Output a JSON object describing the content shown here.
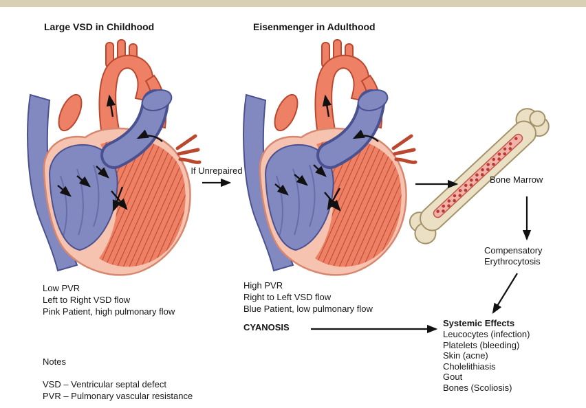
{
  "titles": {
    "left": "Large VSD in Childhood",
    "right": "Eisenmenger in Adulthood"
  },
  "connector": {
    "unrepaired": "If Unrepaired"
  },
  "bone": {
    "label": "Bone Marrow"
  },
  "compensatory": {
    "line1": "Compensatory",
    "line2": "Erythrocytosis"
  },
  "left_caption": {
    "line1": "Low PVR",
    "line2": "Left to Right VSD flow",
    "line3": "Pink Patient, high pulmonary flow"
  },
  "right_caption": {
    "line1": "High PVR",
    "line2": "Right to Left VSD flow",
    "line3": "Blue Patient, low pulmonary flow",
    "cyanosis": "CYANOSIS"
  },
  "systemic": {
    "heading": "Systemic Effects",
    "items": [
      "Leucocytes (infection)",
      "Platelets (bleeding)",
      "Skin (acne)",
      "Cholelithiasis",
      "Gout",
      "Bones (Scoliosis)"
    ]
  },
  "notes": {
    "heading": "Notes",
    "line1": "VSD – Ventricular septal defect",
    "line2": "PVR – Pulmonary vascular resistance"
  },
  "colors": {
    "top_strip": "#d8cfb5",
    "heart_red": "#ee8165",
    "heart_red_dark": "#b9482f",
    "heart_blue": "#8289c0",
    "heart_blue_dark": "#4a5190",
    "heart_pink": "#f6c3b0",
    "bone": "#ebdfc4",
    "bone_edge": "#a2926a",
    "marrow": "#f0b2aa",
    "marrow_red": "#b93a2e",
    "arrow": "#111111"
  }
}
